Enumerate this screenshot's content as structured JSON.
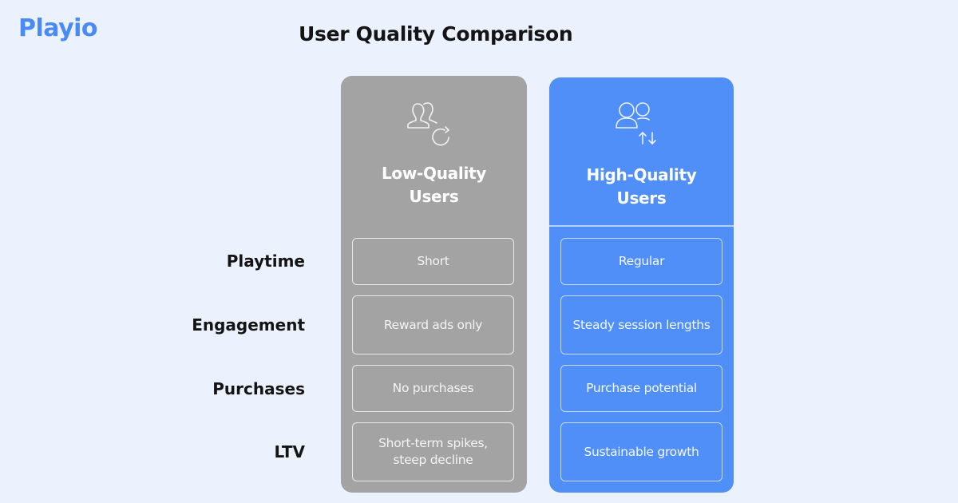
{
  "brand": {
    "logo": "Playio",
    "color": "#4a8af6"
  },
  "title": "User Quality Comparison",
  "rows": [
    {
      "label": "Playtime"
    },
    {
      "label": "Engagement"
    },
    {
      "label": "Purchases"
    },
    {
      "label": "LTV"
    }
  ],
  "columns": {
    "low": {
      "title_line1": "Low-Quality",
      "title_line2": "Users",
      "icon": "users-refresh-icon",
      "color": "#a3a3a3",
      "cells": [
        "Short",
        "Reward ads only",
        "No purchases",
        "Short-term spikes, steep decline"
      ]
    },
    "high": {
      "title_line1": "High-Quality",
      "title_line2": "Users",
      "icon": "users-up-down-icon",
      "color": "#4f8ff7",
      "cells": [
        "Regular",
        "Steady session lengths",
        "Purchase potential",
        "Sustainable growth"
      ]
    }
  }
}
